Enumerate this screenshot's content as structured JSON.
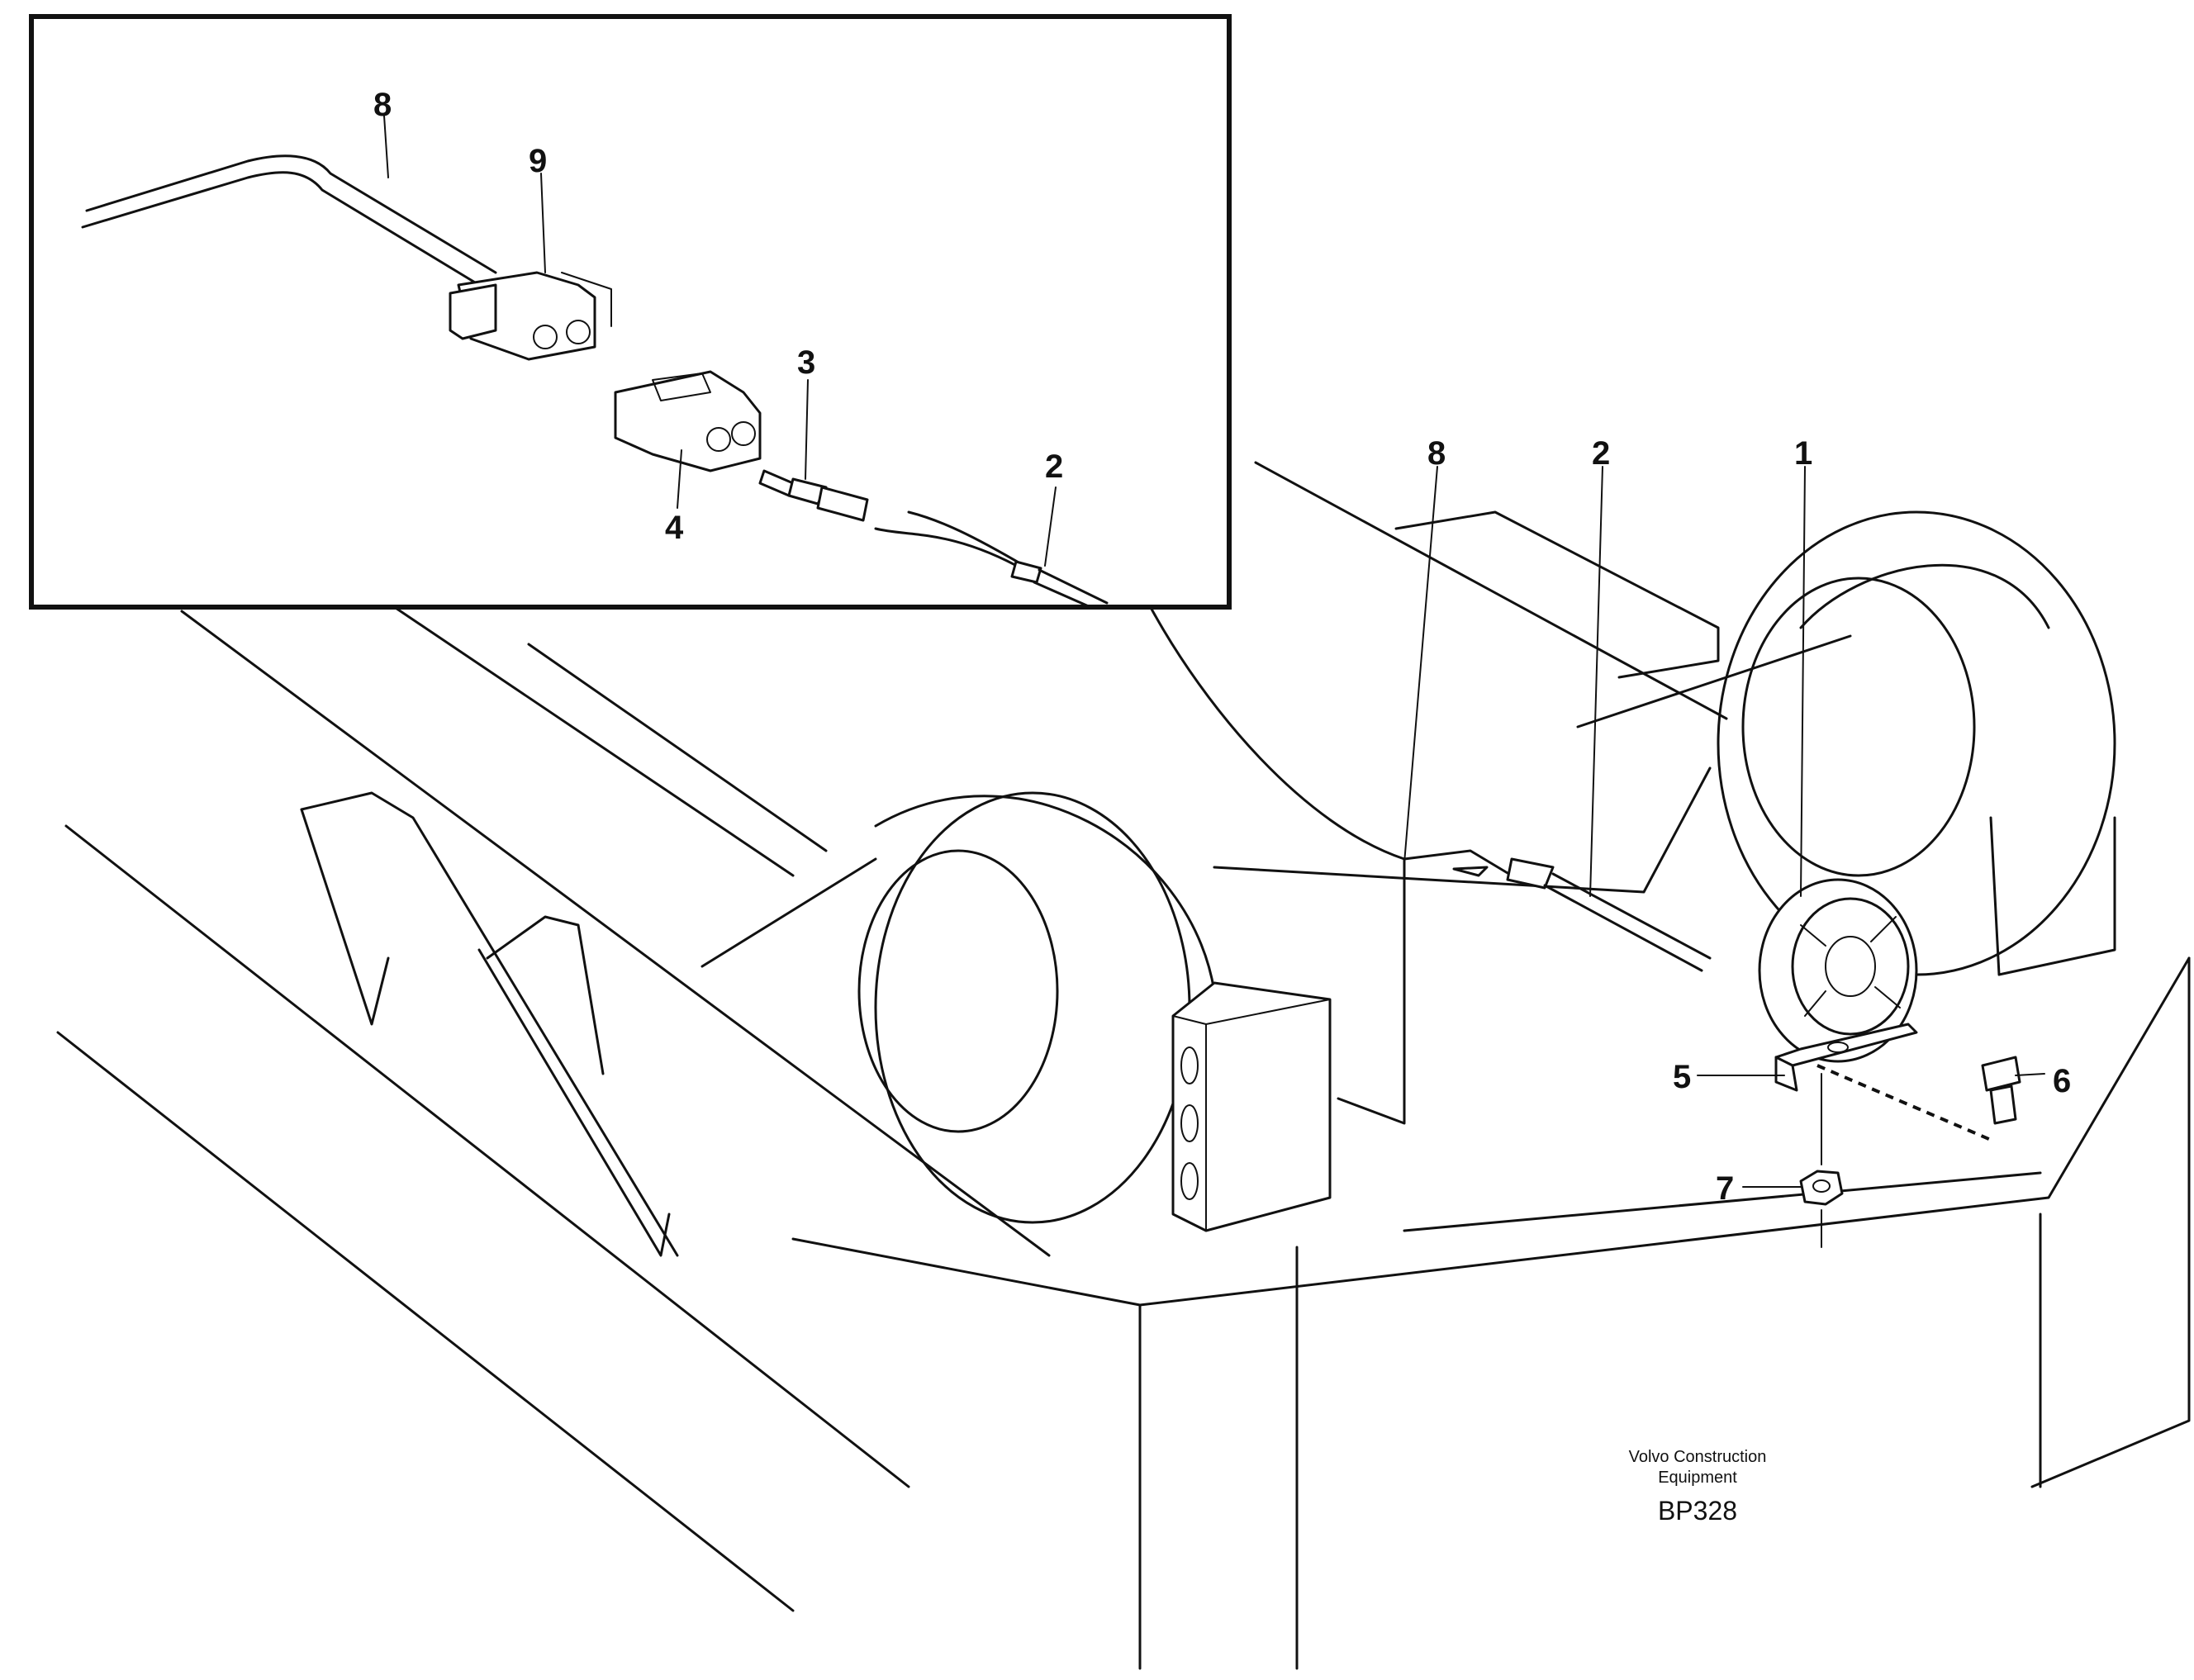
{
  "diagram": {
    "callouts_inset": [
      "8",
      "9",
      "3",
      "4",
      "2"
    ],
    "callouts_main": [
      "8",
      "2",
      "1",
      "5",
      "6",
      "7"
    ],
    "credit_line1": "Volvo Construction",
    "credit_line2": "Equipment",
    "drawing_code": "BP328"
  }
}
